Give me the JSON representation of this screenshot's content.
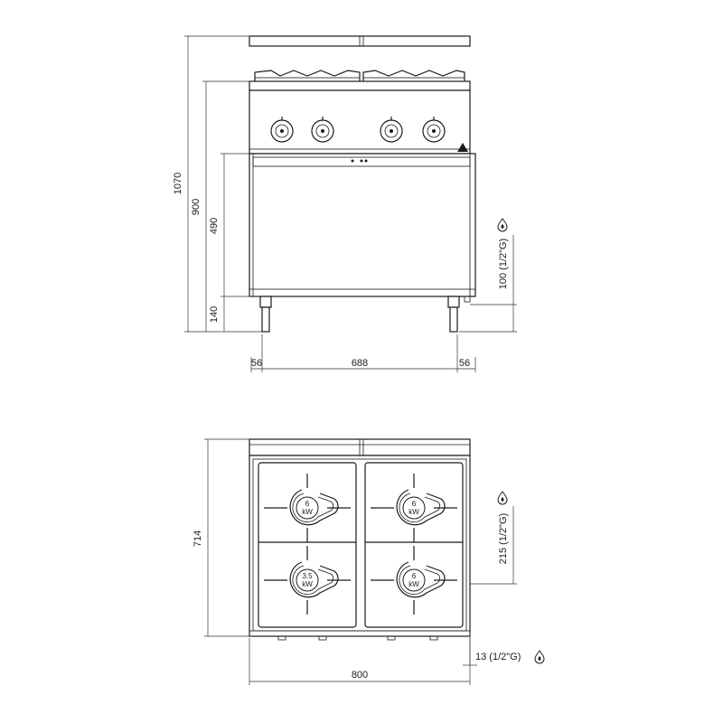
{
  "front_view": {
    "dimensions": {
      "total_height": "1070",
      "worktop_height": "900",
      "cabinet_height": "490",
      "leg_height": "140",
      "gas_inlet_height": "100 (1/2\"G)",
      "left_offset": "56",
      "inner_width": "688",
      "right_offset": "56"
    }
  },
  "top_view": {
    "dimensions": {
      "depth": "714",
      "width": "800",
      "gas_inlet_side": "215 (1/2\"G)",
      "gas_inlet_rear": "13 (1/2\"G)"
    },
    "burners": [
      {
        "power": "6",
        "unit": "kW"
      },
      {
        "power": "6",
        "unit": "kW"
      },
      {
        "power": "3.5",
        "unit": "kW"
      },
      {
        "power": "6",
        "unit": "kW"
      }
    ]
  },
  "icons": [
    "gas-drop-icon"
  ]
}
